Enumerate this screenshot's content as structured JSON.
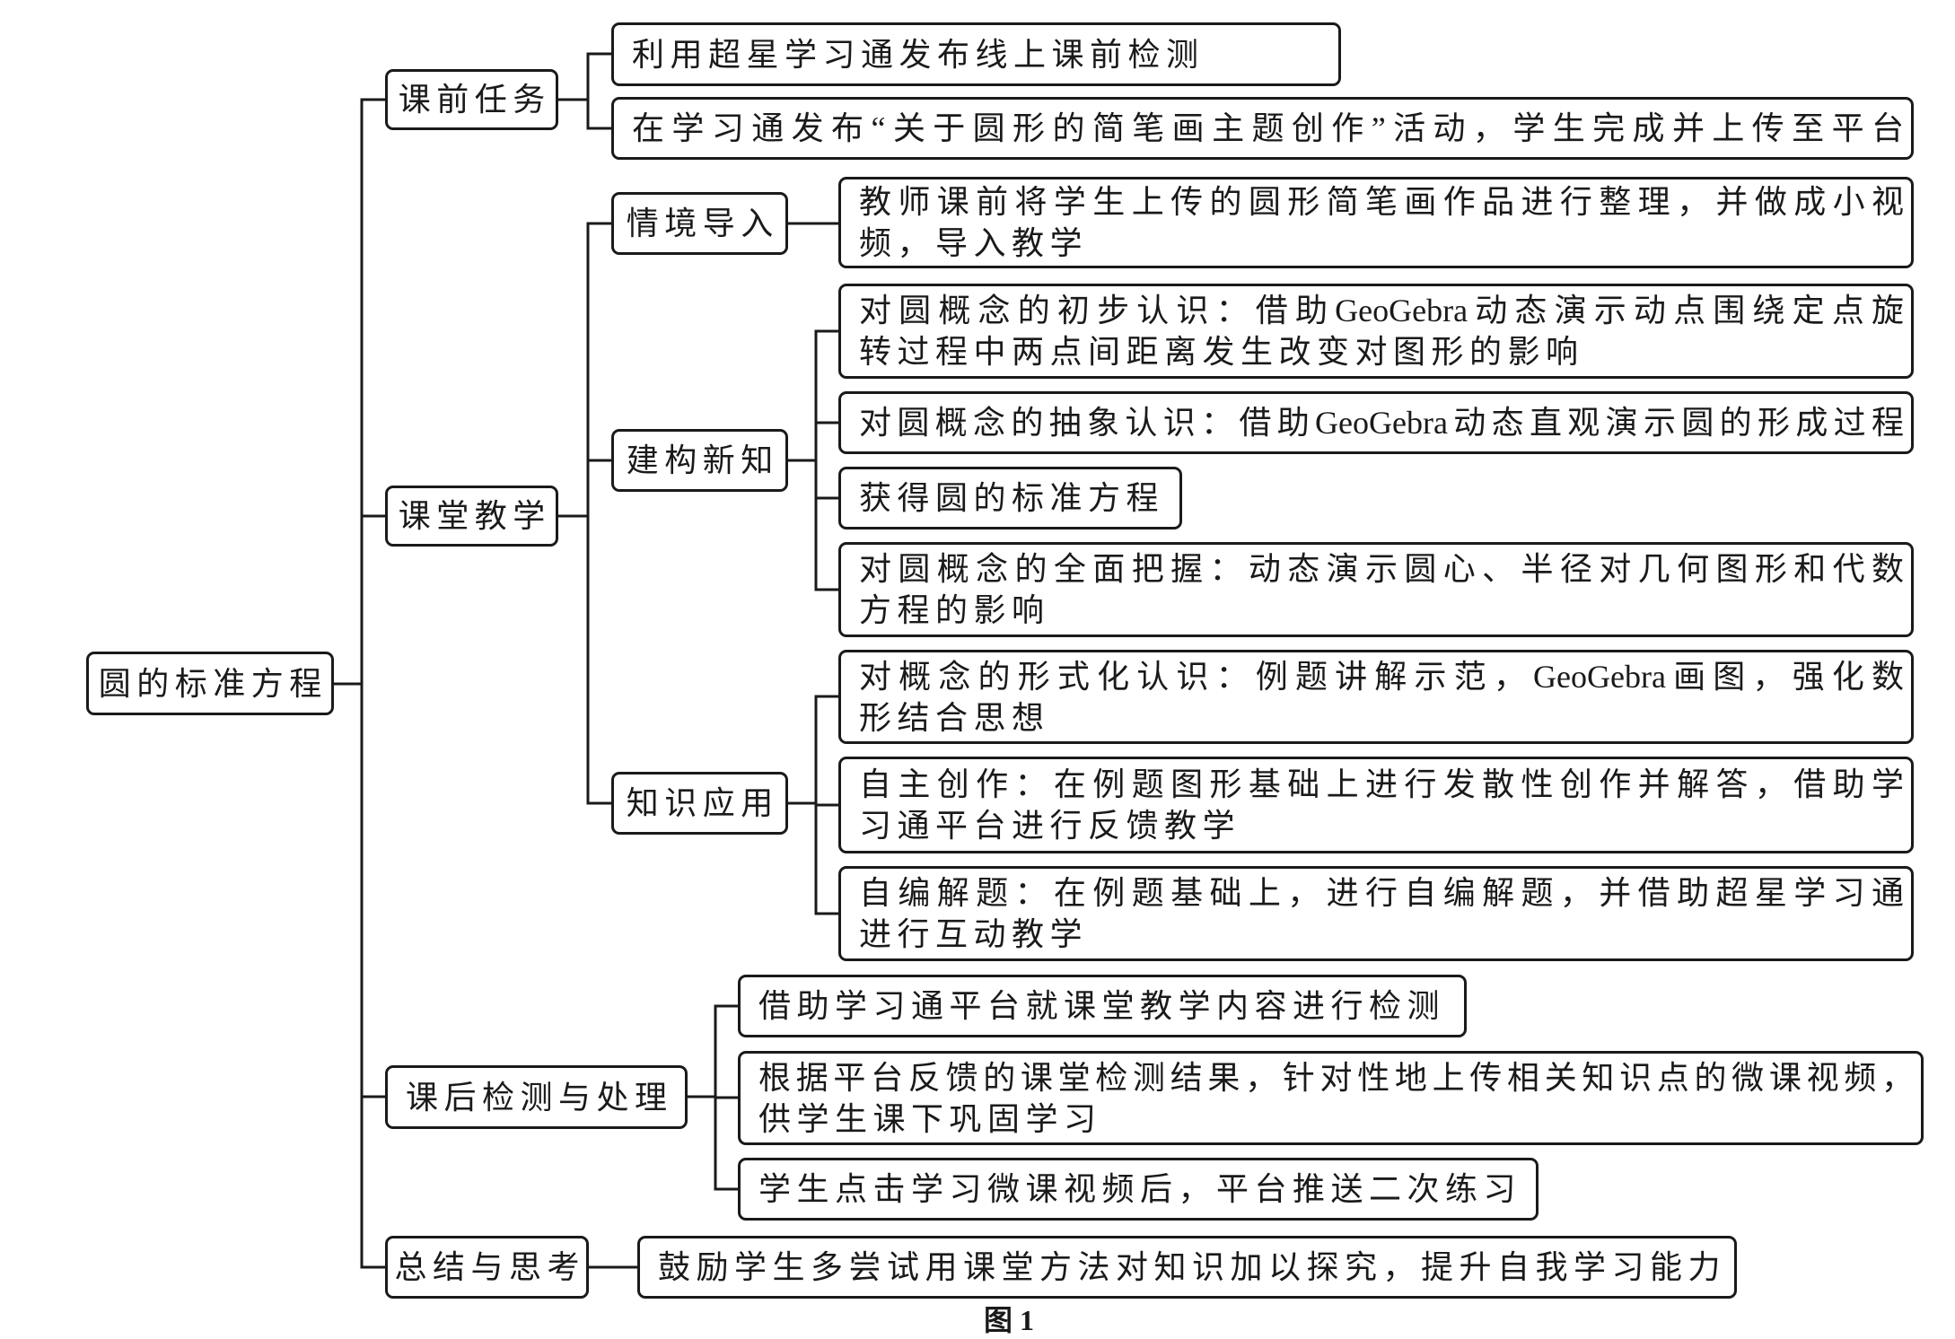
{
  "root": {
    "label": "圆的标准方程"
  },
  "pre_class": {
    "label": "课前任务",
    "items": [
      {
        "lines": [
          "利用超星学习通发布线上课前检测"
        ]
      },
      {
        "lines": [
          "在学习通发布“关于圆形的简笔画主题创作”活动，学生完成并上传至平台"
        ]
      }
    ]
  },
  "in_class": {
    "label": "课堂教学",
    "stages": [
      {
        "label": "情境导入",
        "items": [
          {
            "lines": [
              "教师课前将学生上传的圆形简笔画作品进行整理，并做成小视",
              "频，导入教学"
            ]
          }
        ]
      },
      {
        "label": "建构新知",
        "items": [
          {
            "lines": [
              "对圆概念的初步认识：借助GeoGebra动态演示动点围绕定点旋",
              "转过程中两点间距离发生改变对图形的影响"
            ]
          },
          {
            "lines": [
              "对圆概念的抽象认识：借助GeoGebra动态直观演示圆的形成过程"
            ]
          },
          {
            "lines": [
              "获得圆的标准方程"
            ]
          },
          {
            "lines": [
              "对圆概念的全面把握：动态演示圆心、半径对几何图形和代数",
              "方程的影响"
            ]
          }
        ]
      },
      {
        "label": "知识应用",
        "items": [
          {
            "lines": [
              "对概念的形式化认识：例题讲解示范，GeoGebra画图，强化数",
              "形结合思想"
            ]
          },
          {
            "lines": [
              "自主创作：在例题图形基础上进行发散性创作并解答，借助学",
              "习通平台进行反馈教学"
            ]
          },
          {
            "lines": [
              "自编解题：在例题基础上，进行自编解题，并借助超星学习通",
              "进行互动教学"
            ]
          }
        ]
      }
    ]
  },
  "post_class": {
    "label": "课后检测与处理",
    "items": [
      {
        "lines": [
          "借助学习通平台就课堂教学内容进行检测"
        ]
      },
      {
        "lines": [
          "根据平台反馈的课堂检测结果，针对性地上传相关知识点的微课视频，",
          "供学生课下巩固学习"
        ]
      },
      {
        "lines": [
          "学生点击学习微课视频后，平台推送二次练习"
        ]
      }
    ]
  },
  "summary": {
    "label": "总结与思考",
    "items": [
      {
        "lines": [
          "鼓励学生多尝试用课堂方法对知识加以探究，提升自我学习能力"
        ]
      }
    ]
  },
  "caption": "图 1"
}
